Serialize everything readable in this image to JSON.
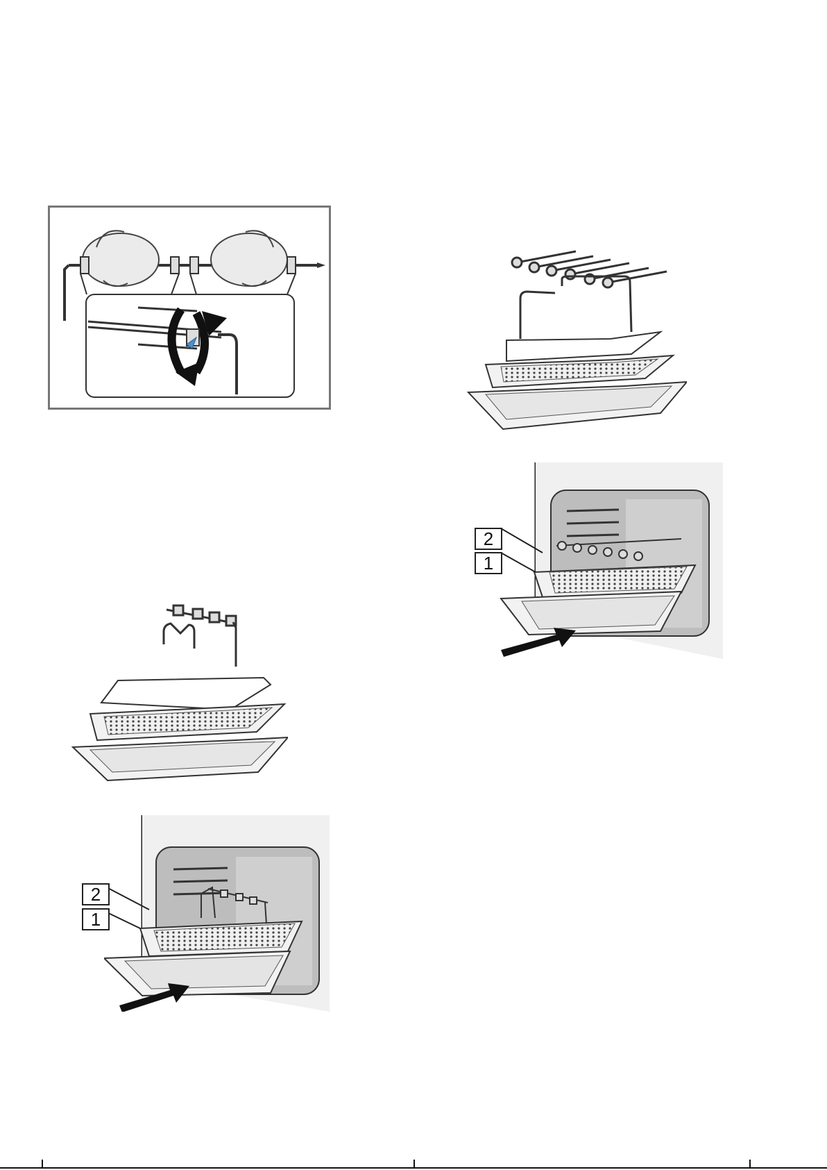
{
  "figures": {
    "rotisserie_detail": {
      "icon": "rotisserie-spit-coupling-icon"
    },
    "kebab_assembly": {
      "icon": "kebab-skewer-set-icon"
    },
    "kebab_in_oven": {
      "icon": "oven-kebab-insertion-icon",
      "callouts": [
        "2",
        "1"
      ]
    },
    "spit_assembly": {
      "icon": "rotisserie-spit-set-icon"
    },
    "spit_in_oven": {
      "icon": "oven-spit-insertion-icon",
      "callouts": [
        "2",
        "1"
      ]
    }
  }
}
